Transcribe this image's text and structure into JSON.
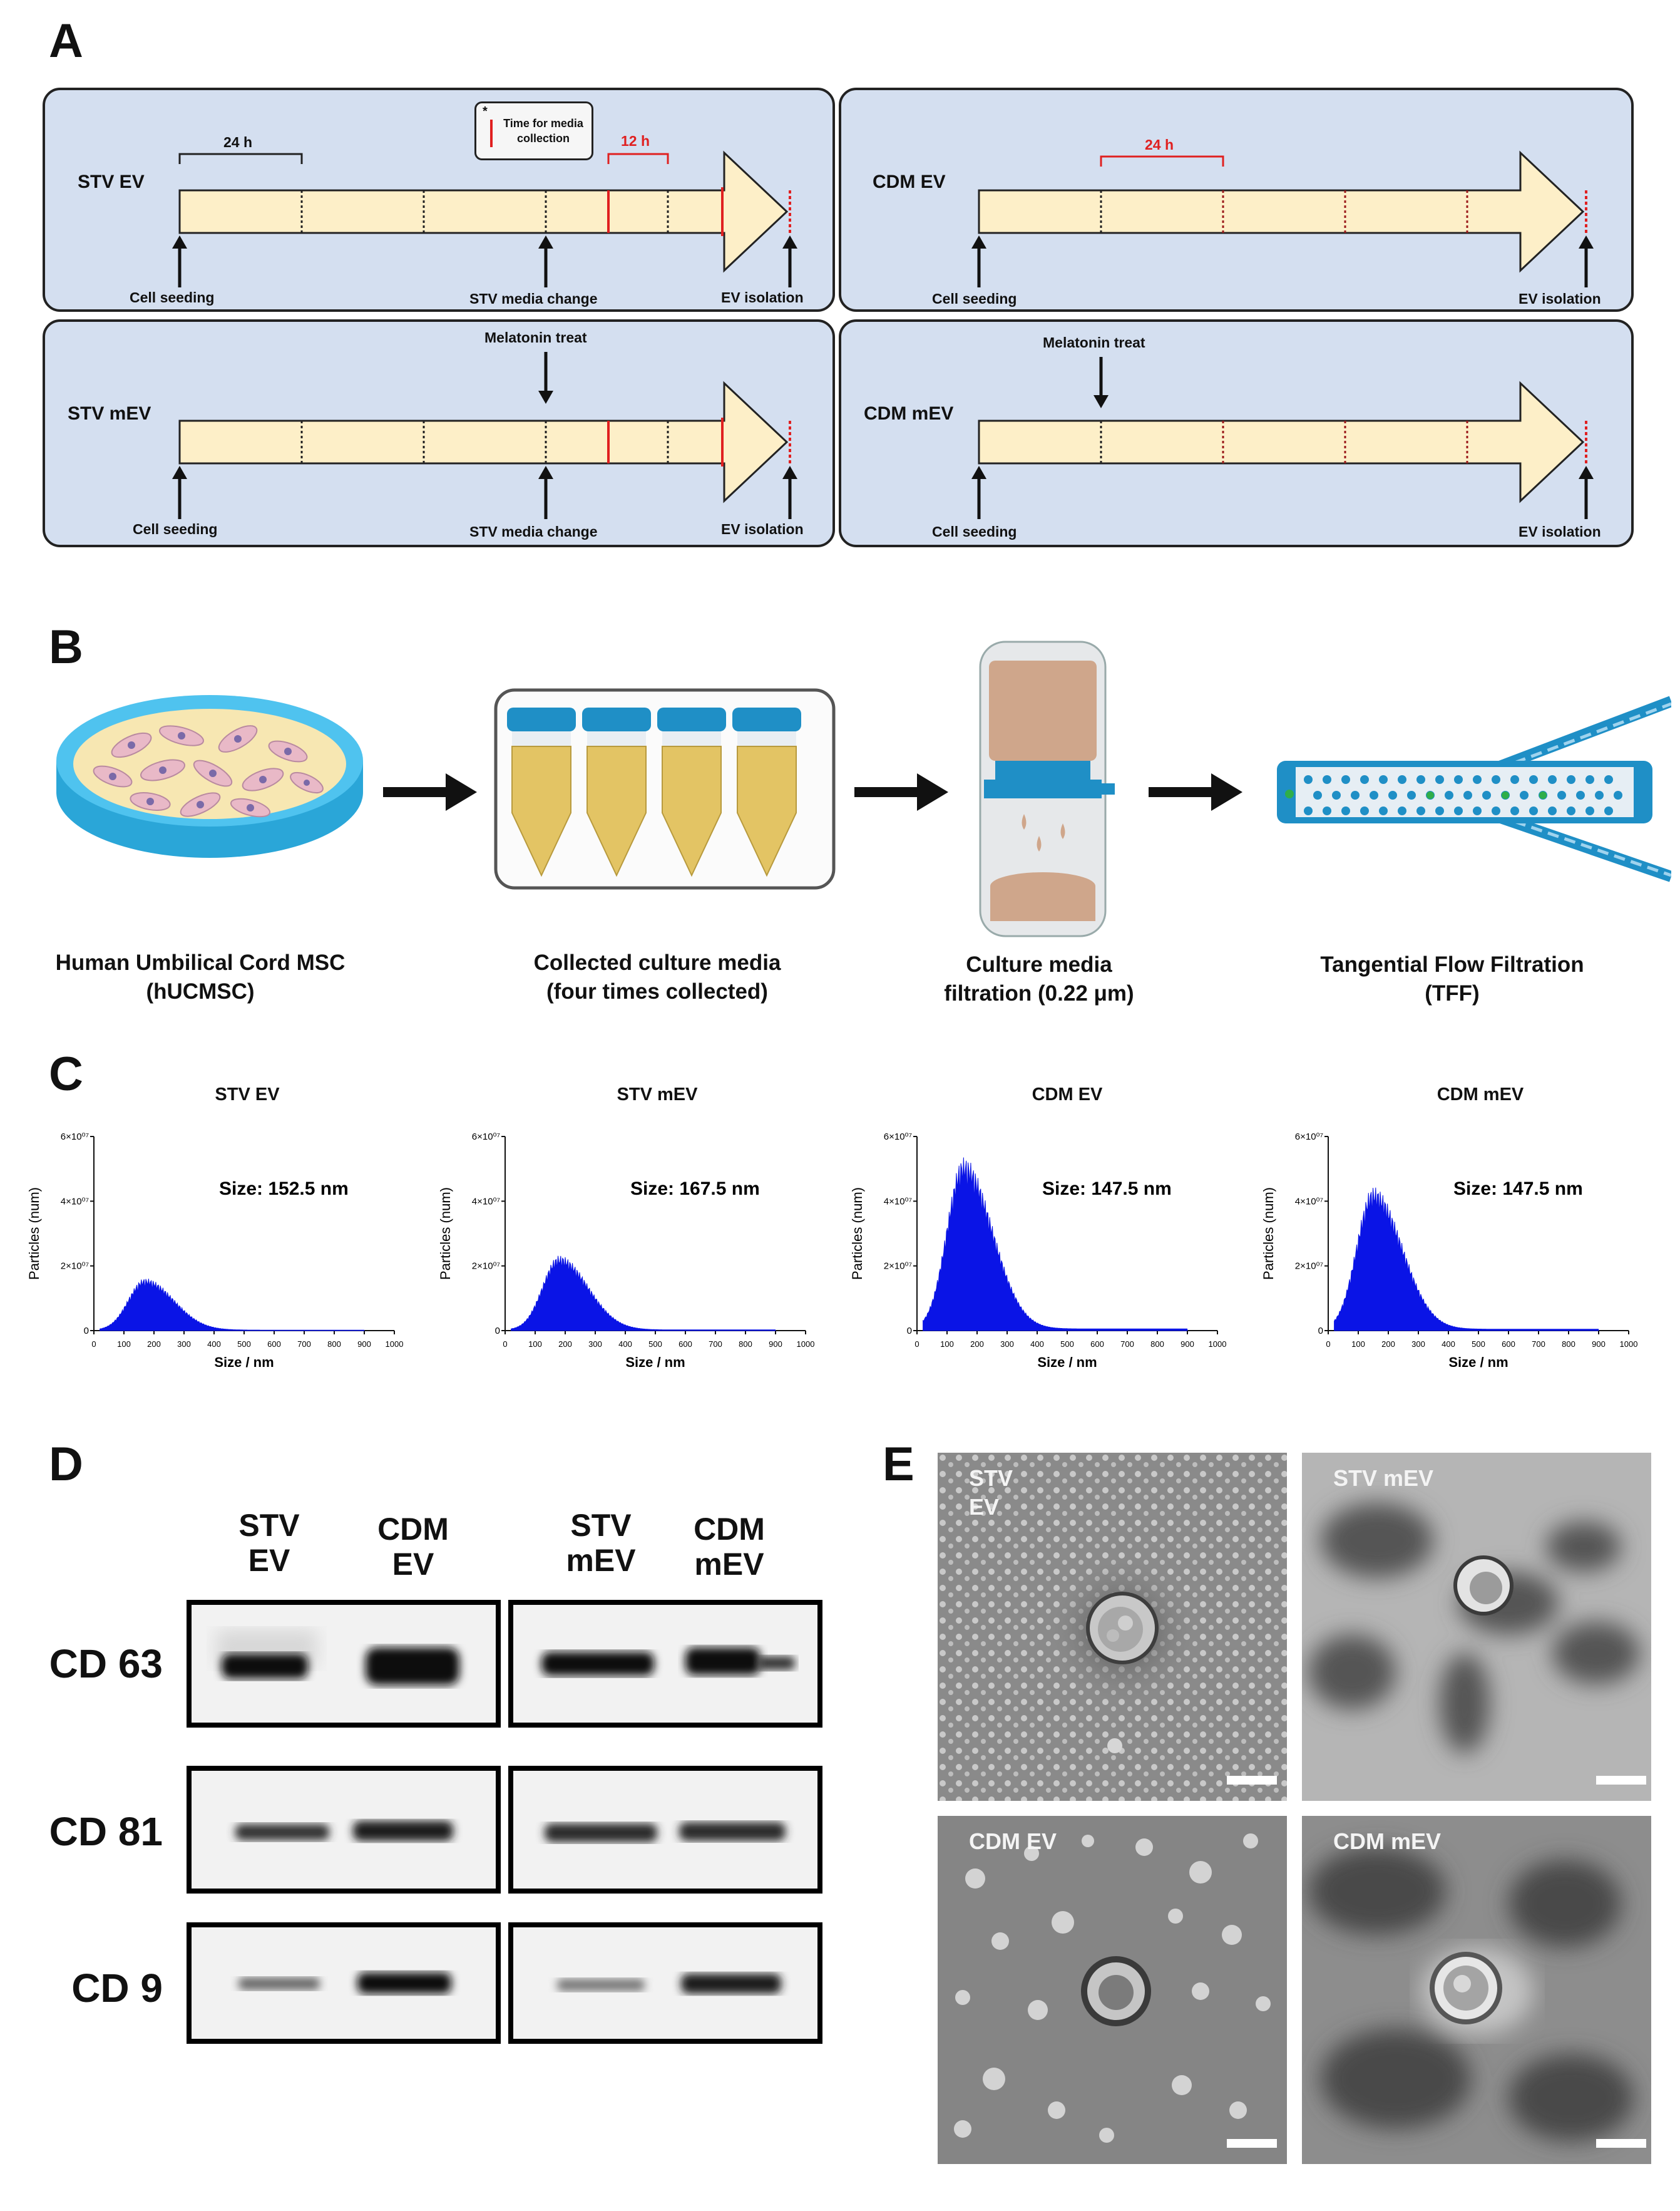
{
  "panels": {
    "A": "A",
    "B": "B",
    "C": "C",
    "D": "D",
    "E": "E"
  },
  "panel_a": {
    "stv_ev": {
      "title": "STV EV",
      "span_24h": "24 h",
      "span_12h": "12 h",
      "legend_text": "Time for media collection",
      "legend_mark": "*",
      "bottom": [
        "Cell seeding",
        "STV media change",
        "EV isolation"
      ]
    },
    "cdm_ev": {
      "title": "CDM EV",
      "span_24h": "24 h",
      "bottom": [
        "Cell seeding",
        "EV isolation"
      ]
    },
    "stv_mev": {
      "title": "STV mEV",
      "top": "Melatonin treat",
      "bottom": [
        "Cell seeding",
        "STV media change",
        "EV isolation"
      ]
    },
    "cdm_mev": {
      "title": "CDM mEV",
      "top": "Melatonin treat",
      "bottom": [
        "Cell seeding",
        "EV isolation"
      ]
    },
    "colors": {
      "panel_bg": "#d4dff0",
      "arrow_fill": "#fdefc8",
      "red_marker": "#e02020"
    }
  },
  "panel_b": {
    "steps": [
      {
        "line1": "Human Umbilical Cord MSC",
        "line2": "(hUCMSC)"
      },
      {
        "line1": "Collected culture media",
        "line2": "(four times collected)"
      },
      {
        "line1": "Culture media",
        "line2": "filtration (0.22 μm)"
      },
      {
        "line1": "Tangential Flow Filtration",
        "line2": "(TFF)"
      }
    ]
  },
  "chart_data": [
    {
      "type": "area",
      "title": "STV EV",
      "xlabel": "Size / nm",
      "ylabel": "Particles (num)",
      "xlim": [
        0,
        1000
      ],
      "ylim": [
        0,
        60000000.0
      ],
      "xticks": [
        "0",
        "100",
        "200",
        "300",
        "400",
        "500",
        "600",
        "700",
        "800",
        "900",
        "1000"
      ],
      "yticks": [
        "0",
        "2×10⁰⁷",
        "4×10⁰⁷",
        "6×10⁰⁷"
      ],
      "annotation": "Size: 152.5 nm",
      "peak_x": 170,
      "peak_y": 16000000.0,
      "color": "#0a14e6"
    },
    {
      "type": "area",
      "title": "STV mEV",
      "xlabel": "Size / nm",
      "ylabel": "Particles (num)",
      "xlim": [
        0,
        1000
      ],
      "ylim": [
        0,
        60000000.0
      ],
      "xticks": [
        "0",
        "100",
        "200",
        "300",
        "400",
        "500",
        "600",
        "700",
        "800",
        "900",
        "1000"
      ],
      "yticks": [
        "0",
        "2×10⁰⁷",
        "4×10⁰⁷",
        "6×10⁰⁷"
      ],
      "annotation": "Size: 167.5 nm",
      "peak_x": 180,
      "peak_y": 23000000.0,
      "color": "#0a14e6"
    },
    {
      "type": "area",
      "title": "CDM EV",
      "xlabel": "Size / nm",
      "ylabel": "Particles (num)",
      "xlim": [
        0,
        1000
      ],
      "ylim": [
        0,
        60000000.0
      ],
      "xticks": [
        "0",
        "100",
        "200",
        "300",
        "400",
        "500",
        "600",
        "700",
        "800",
        "900",
        "1000"
      ],
      "yticks": [
        "0",
        "2×10⁰⁷",
        "4×10⁰⁷",
        "6×10⁰⁷"
      ],
      "annotation": "Size: 147.5 nm",
      "peak_x": 155,
      "peak_y": 53000000.0,
      "color": "#0a14e6"
    },
    {
      "type": "area",
      "title": "CDM mEV",
      "xlabel": "Size / nm",
      "ylabel": "Particles (num)",
      "xlim": [
        0,
        1000
      ],
      "ylim": [
        0,
        60000000.0
      ],
      "xticks": [
        "0",
        "100",
        "200",
        "300",
        "400",
        "500",
        "600",
        "700",
        "800",
        "900",
        "1000"
      ],
      "yticks": [
        "0",
        "2×10⁰⁷",
        "4×10⁰⁷",
        "6×10⁰⁷"
      ],
      "annotation": "Size: 147.5 nm",
      "peak_x": 150,
      "peak_y": 44000000.0,
      "color": "#0a14e6"
    }
  ],
  "panel_d": {
    "lanes_left": [
      {
        "l1": "STV",
        "l2": "EV"
      },
      {
        "l1": "CDM",
        "l2": "EV"
      }
    ],
    "lanes_right": [
      {
        "l1": "STV",
        "l2": "mEV"
      },
      {
        "l1": "CDM",
        "l2": "mEV"
      }
    ],
    "markers": [
      "CD 63",
      "CD 81",
      "CD 9"
    ]
  },
  "panel_e": {
    "images": [
      {
        "l1": "STV",
        "l2": "EV"
      },
      {
        "l1": "STV mEV",
        "l2": ""
      },
      {
        "l1": "CDM EV",
        "l2": ""
      },
      {
        "l1": "CDM mEV",
        "l2": ""
      }
    ]
  }
}
